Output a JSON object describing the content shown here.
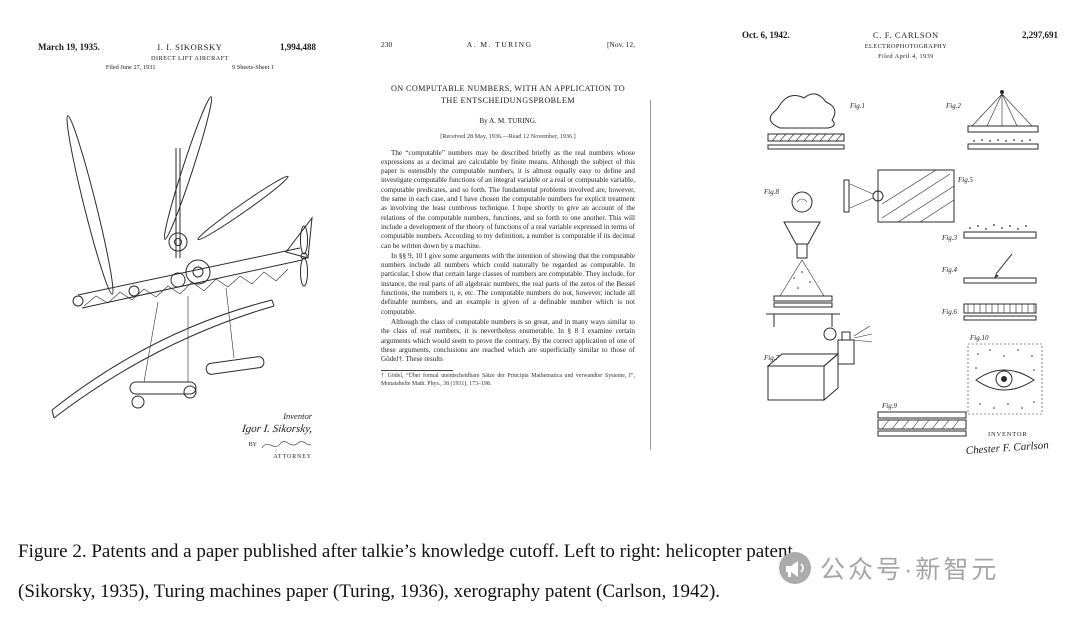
{
  "sikorsky": {
    "date": "March 19, 1935.",
    "inventor": "I. I. SIKORSKY",
    "number": "1,994,488",
    "title": "DIRECT LIFT AIRCRAFT",
    "filed": "Filed June 27, 1931",
    "sheet": "9 Sheets-Sheet 1",
    "inventor_label": "Inventor",
    "signature": "Igor I. Sikorsky,",
    "by_label": "BY",
    "attorney_label": "ATTORNEY"
  },
  "turing": {
    "page_number": "230",
    "running_author": "A. M. TURING",
    "running_date": "[Nov. 12,",
    "title_line1": "ON COMPUTABLE NUMBERS, WITH AN APPLICATION TO",
    "title_line2": "THE ENTSCHEIDUNGSPROBLEM",
    "byline": "By A. M. TURING.",
    "received": "[Received 28 May, 1936.—Read 12 November, 1936.]",
    "para1": "The “computable” numbers may be described briefly as the real numbers whose expressions as a decimal are calculable by finite means. Although the subject of this paper is ostensibly the computable numbers, it is almost equally easy to define and investigate computable functions of an integral variable or a real or computable variable, computable predicates, and so forth. The fundamental problems involved are, however, the same in each case, and I have chosen the computable numbers for explicit treatment as involving the least cumbrous technique. I hope shortly to give an account of the relations of the computable numbers, functions, and so forth to one another. This will include a development of the theory of functions of a real variable expressed in terms of computable numbers. According to my definition, a number is computable if its decimal can be written down by a machine.",
    "para2": "In §§ 9, 10 I give some arguments with the intention of showing that the computable numbers include all numbers which could naturally be regarded as computable. In particular, I show that certain large classes of numbers are computable. They include, for instance, the real parts of all algebraic numbers, the real parts of the zeros of the Bessel functions, the numbers π, e, etc. The computable numbers do not, however, include all definable numbers, and an example is given of a definable number which is not computable.",
    "para3": "Although the class of computable numbers is so great, and in many ways similar to the class of real numbers, it is nevertheless enumerable. In § 8 I examine certain arguments which would seem to prove the contrary. By the correct application of one of these arguments, conclusions are reached which are superficially similar to those of Gödel†. These results",
    "footnote": "† Gödel, “Über formal unentscheidbare Sätze der Principia Mathematica und verwandter Systeme, I”, Monatshefte Math. Phys., 38 (1931), 173–198."
  },
  "carlson": {
    "date": "Oct. 6, 1942.",
    "inventor": "C. F. CARLSON",
    "number": "2,297,691",
    "title": "ELECTROPHOTOGRAPHY",
    "filed": "Filed April 4, 1939",
    "inventor_label": "INVENTOR",
    "signature": "Chester F. Carlson",
    "figures": [
      "Fig.1",
      "Fig.2",
      "Fig.3",
      "Fig.4",
      "Fig.5",
      "Fig.6",
      "Fig.7",
      "Fig.8",
      "Fig.9",
      "Fig.10"
    ]
  },
  "caption": {
    "line1": "Figure 2. Patents and a paper published after talkie’s knowledge cutoff. Left to right: helicopter patent",
    "line2": "(Sikorsky, 1935), Turing machines paper (Turing, 1936), xerography patent (Carlson, 1942)."
  },
  "watermark": {
    "text": "公众号·新智元"
  }
}
